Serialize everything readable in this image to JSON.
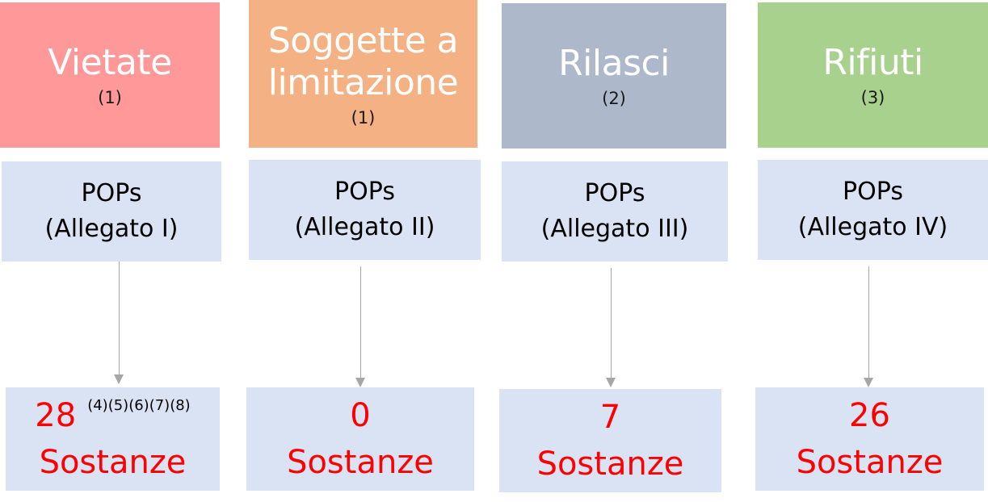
{
  "columns": [
    {
      "header_title": "Vietate",
      "header_note": "(1)",
      "header_color": "#ff9999",
      "category_line1": "POPs",
      "category_line2": "(Allegato I)",
      "count": "28",
      "count_refs": "(4)(5)(6)(7)(8)",
      "count_label": "Sostanze"
    },
    {
      "header_title": "Soggette a limitazione",
      "header_note": "(1)",
      "header_color": "#f4b183",
      "category_line1": "POPs",
      "category_line2": "(Allegato II)",
      "count": "0",
      "count_refs": "",
      "count_label": "Sostanze"
    },
    {
      "header_title": "Rilasci",
      "header_note": "(2)",
      "header_color": "#adb9ca",
      "category_line1": "POPs",
      "category_line2": "(Allegato III)",
      "count": "7",
      "count_refs": "",
      "count_label": "Sostanze"
    },
    {
      "header_title": "Rifiuti",
      "header_note": "(3)",
      "header_color": "#a9d18e",
      "category_line1": "POPs",
      "category_line2": "(Allegato IV)",
      "count": "26",
      "count_refs": "",
      "count_label": "Sostanze"
    }
  ]
}
